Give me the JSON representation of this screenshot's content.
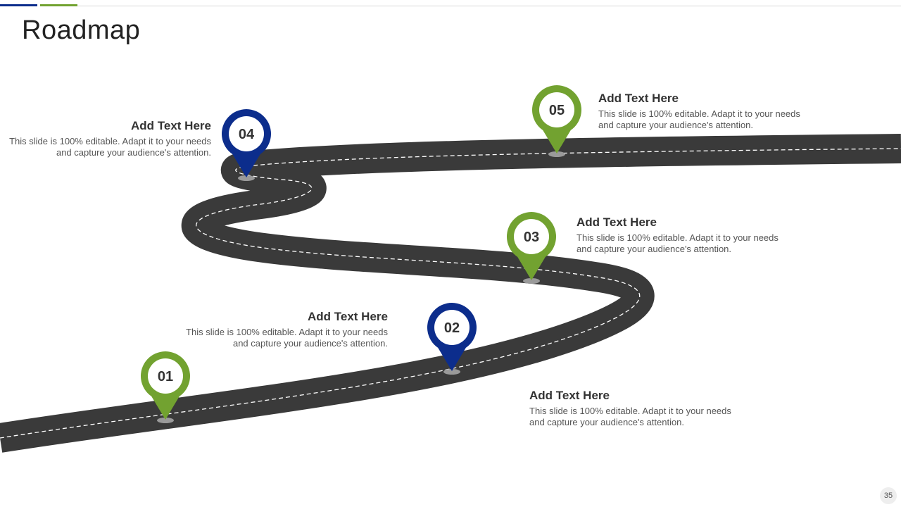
{
  "slide": {
    "title": "Roadmap",
    "page_number": "35"
  },
  "colors": {
    "blue": "#0c2d8c",
    "green": "#72a230",
    "road": "#3a3a3a"
  },
  "milestones": [
    {
      "number": "01",
      "color": "green",
      "heading": "",
      "text": ""
    },
    {
      "number": "02",
      "color": "blue",
      "heading": "Add Text Here",
      "text": "This slide is 100% editable. Adapt it to your needs and capture your audience's attention."
    },
    {
      "number": "03",
      "color": "green",
      "heading": "Add Text Here",
      "text": "This slide is 100% editable. Adapt it to your needs and capture your audience's attention."
    },
    {
      "number": "04",
      "color": "blue",
      "heading": "Add Text Here",
      "text": "This slide is 100% editable. Adapt it to your needs and capture your audience's attention."
    },
    {
      "number": "05",
      "color": "green",
      "heading": "Add Text Here",
      "text": "This slide is 100% editable. Adapt it to your needs and capture your audience's attention."
    }
  ],
  "extra_note": {
    "heading": "Add Text Here",
    "text": "This slide is 100% editable. Adapt it to your needs and capture your audience's attention."
  }
}
